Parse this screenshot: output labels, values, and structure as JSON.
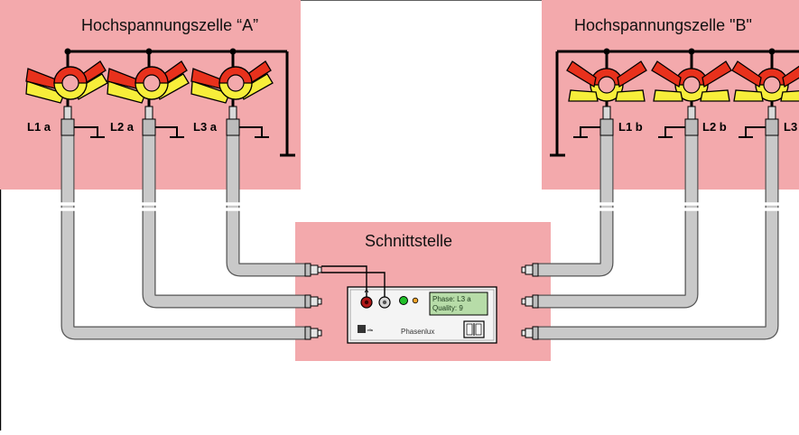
{
  "diagram": {
    "cell_a_title": "Hochspannungszelle “A”",
    "cell_b_title": "Hochspannungszelle \"B\"",
    "interface_title": "Schnittstelle",
    "cell_a_phases": [
      "L1 a",
      "L2 a",
      "L3 a"
    ],
    "cell_b_phases": [
      "L1 b",
      "L2 b",
      "L3"
    ],
    "device": {
      "display_line1": "Phase: L3 a",
      "display_line2": "Quality: 9",
      "brand_name": "Phasenlux",
      "logo_text": "ella"
    },
    "colors": {
      "cell_fill": "#f3a9ac",
      "interface_fill": "#f3a9ac",
      "cable_fill": "#c9c9c9",
      "clamp_red": "#e8311c",
      "clamp_yellow": "#f7ee3a",
      "lcd_bg": "#b7dca8",
      "led_green": "#22c02a",
      "led_orange": "#f5a52a"
    }
  }
}
